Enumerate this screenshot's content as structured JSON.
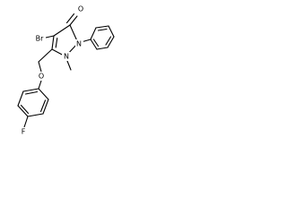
{
  "molecule": {
    "atoms": {
      "br": "Br",
      "o_carbonyl": "O",
      "n1": "N",
      "n2": "N",
      "o_ether": "O",
      "f": "F"
    }
  }
}
